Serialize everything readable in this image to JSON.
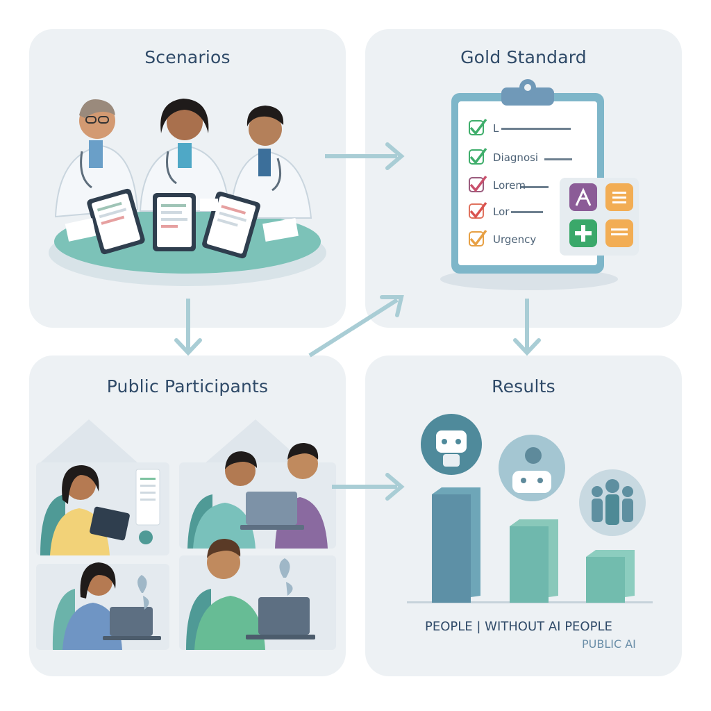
{
  "panels": {
    "scenarios": {
      "title": "Scenarios"
    },
    "gold_standard": {
      "title": "Gold Standard",
      "checklist": [
        "L",
        "Diagnosi",
        "Lorem",
        "Lor",
        "Urgency"
      ]
    },
    "public_participants": {
      "title": "Public Participants"
    },
    "results": {
      "title": "Results",
      "axis_label_line1": "PEOPLE | WITHOUT AI PEOPLE",
      "axis_label_line2": "PUBLIC AI"
    }
  },
  "colors": {
    "panel_bg": "#edf1f4",
    "title": "#2f4a68",
    "teal": "#6fb8ad",
    "steel_blue": "#5d90a6",
    "arrow": "#a9cdd5",
    "check_green": "#3fae6b",
    "check_red": "#d9534f"
  },
  "icons": [
    "doctor-icon",
    "clipboard-icon",
    "checkmark-icon",
    "laptop-icon",
    "tablet-icon",
    "robot-icon",
    "group-icon"
  ]
}
